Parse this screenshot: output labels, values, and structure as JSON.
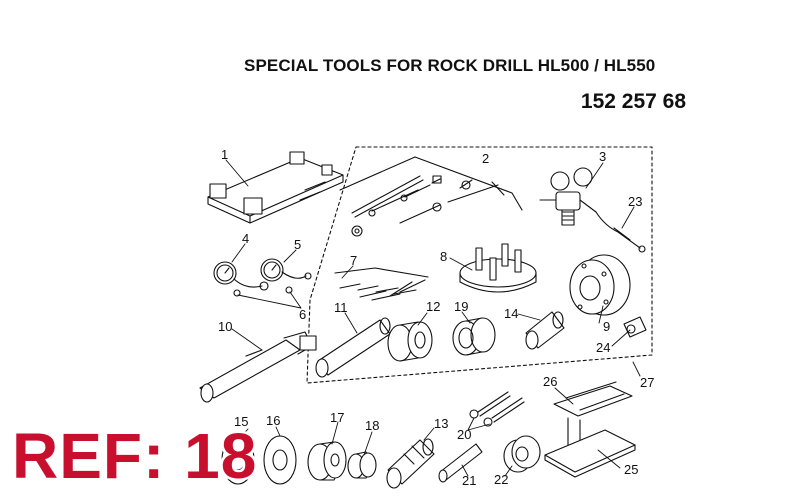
{
  "title": "SPECIAL TOOLS FOR ROCK DRILL HL500 / HL550",
  "part_number": "152 257 68",
  "ref_label": "REF: 18",
  "callouts": {
    "n1": "1",
    "n2": "2",
    "n3": "3",
    "n4": "4",
    "n5": "5",
    "n6": "6",
    "n7": "7",
    "n8": "8",
    "n9": "9",
    "n10": "10",
    "n11": "11",
    "n12": "12",
    "n13": "13",
    "n14": "14",
    "n15": "15",
    "n16": "16",
    "n17": "17",
    "n18": "18",
    "n19": "19",
    "n20": "20",
    "n21": "21",
    "n22": "22",
    "n23": "23",
    "n25": "25",
    "n24": "24",
    "n26": "26",
    "n27": "27"
  },
  "colors": {
    "ref": "#c8102e",
    "line": "#111111"
  }
}
